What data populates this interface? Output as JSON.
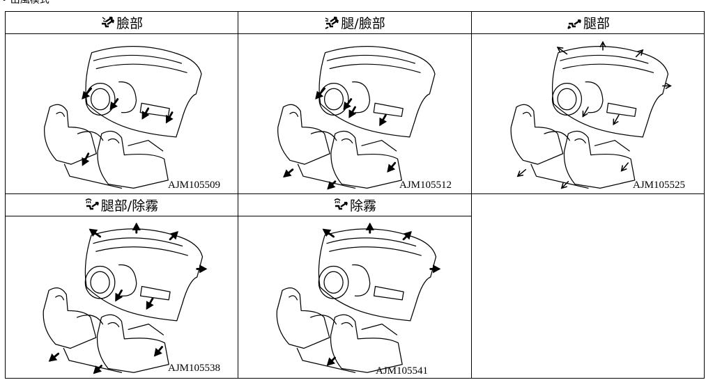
{
  "heading": "• 出風模式",
  "modes": [
    {
      "label": "臉部",
      "icon": "face-vent-icon",
      "code": "AJM105509"
    },
    {
      "label": "腿/臉部",
      "icon": "bi-level-vent-icon",
      "code": "AJM105512"
    },
    {
      "label": "腿部",
      "icon": "foot-vent-icon",
      "code": "AJM105525"
    },
    {
      "label": "腿部/除霧",
      "icon": "foot-defrost-vent-icon",
      "code": "AJM105538"
    },
    {
      "label": "除霧",
      "icon": "defrost-vent-icon",
      "code": "AJM105541"
    }
  ]
}
